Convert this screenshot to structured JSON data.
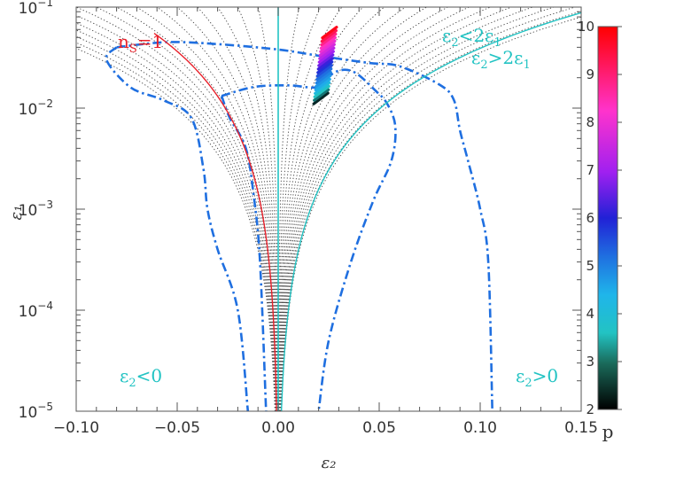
{
  "chart_data": {
    "type": "line",
    "title": "",
    "xlabel": "ε₂",
    "ylabel": "ε₁",
    "xlim": [
      -0.1,
      0.15
    ],
    "ylim": [
      1e-05,
      0.1
    ],
    "yscale": "log",
    "grid": false,
    "x_ticks": [
      -0.1,
      -0.05,
      0.0,
      0.05,
      0.1,
      0.15
    ],
    "x_tick_labels": [
      "−0.10",
      "−0.05",
      "0.00",
      "0.05",
      "0.10",
      "0.15"
    ],
    "y_ticks": [
      1e-05,
      0.0001,
      0.001,
      0.01,
      0.1
    ],
    "y_tick_labels": [
      {
        "base": "10",
        "exp": "−5"
      },
      {
        "base": "10",
        "exp": "−4"
      },
      {
        "base": "10",
        "exp": "−3"
      },
      {
        "base": "10",
        "exp": "−2"
      },
      {
        "base": "10",
        "exp": "−1"
      }
    ],
    "colors": {
      "ns_line": "#e8202a",
      "cyan": "#22c3c3",
      "contour": "#1f6fe0",
      "dotted": "#444444",
      "axes": "#555555"
    },
    "annotations": {
      "ns": {
        "main": "n",
        "sub": "S",
        "rest": "=1"
      },
      "eps_lt_2": {
        "a": "ε",
        "as": "2",
        "op": "<2ε",
        "bs": "1"
      },
      "eps_gt_2": {
        "a": "ε",
        "as": "2",
        "op": ">2ε",
        "bs": "1"
      },
      "eps_lt_0": {
        "a": "ε",
        "as": "2",
        "op": "<0"
      },
      "eps_gt_0": {
        "a": "ε",
        "as": "2",
        "op": ">0"
      }
    },
    "colorbar": {
      "label": "p",
      "range": [
        2,
        10
      ],
      "ticks": [
        2,
        3,
        4,
        5,
        6,
        7,
        8,
        9,
        10
      ],
      "tick_labels": [
        "2",
        "3",
        "4",
        "5",
        "6",
        "7",
        "8",
        "9",
        "10"
      ]
    },
    "contour_inner": [
      [
        -0.028,
        0.0132
      ],
      [
        -0.012,
        0.0162
      ],
      [
        0.005,
        0.0168
      ],
      [
        0.018,
        0.016
      ],
      [
        0.022,
        0.0185
      ],
      [
        0.03,
        0.0235
      ],
      [
        0.038,
        0.0225
      ],
      [
        0.048,
        0.015
      ],
      [
        0.054,
        0.011
      ],
      [
        0.058,
        0.0065
      ],
      [
        0.056,
        0.003
      ],
      [
        0.047,
        0.0012
      ],
      [
        0.036,
        0.0003
      ],
      [
        0.025,
        5e-05
      ],
      [
        0.02,
        1e-05
      ]
    ],
    "contour_inner_left": [
      [
        -0.028,
        0.0132
      ],
      [
        -0.024,
        0.008
      ],
      [
        -0.016,
        0.004
      ],
      [
        -0.012,
        0.0013
      ],
      [
        -0.009,
        0.0003
      ],
      [
        -0.006,
        1e-05
      ]
    ],
    "contour_outer": [
      [
        -0.08,
        0.04
      ],
      [
        -0.055,
        0.045
      ],
      [
        -0.03,
        0.043
      ],
      [
        0.0,
        0.038
      ],
      [
        0.02,
        0.033
      ],
      [
        0.045,
        0.028
      ],
      [
        0.06,
        0.026
      ],
      [
        0.08,
        0.017
      ],
      [
        0.087,
        0.012
      ],
      [
        0.09,
        0.006
      ],
      [
        0.094,
        0.003
      ],
      [
        0.1,
        0.001
      ],
      [
        0.104,
        0.0003
      ],
      [
        0.106,
        1e-05
      ]
    ],
    "contour_outer_left": [
      [
        -0.08,
        0.04
      ],
      [
        -0.085,
        0.03
      ],
      [
        -0.073,
        0.016
      ],
      [
        -0.057,
        0.012
      ],
      [
        -0.043,
        0.008
      ],
      [
        -0.037,
        0.0025
      ],
      [
        -0.035,
        0.001
      ],
      [
        -0.03,
        0.0004
      ],
      [
        -0.02,
        0.0001
      ],
      [
        -0.015,
        1e-05
      ]
    ],
    "ns_curve": {
      "a": 0.018,
      "y_max": 0.055
    },
    "cyan_curve": {
      "a": 0.0235,
      "y_max": 0.09
    },
    "dotted_curves": {
      "count": 16,
      "a_step": 0.01
    },
    "p_markers": {
      "p_values": [
        2.2,
        2.6,
        3.0,
        3.4,
        3.8,
        4.2,
        4.6,
        5.0,
        5.4,
        5.8,
        6.2,
        6.6,
        7.0,
        7.4,
        7.8,
        8.2,
        8.6,
        9.0,
        9.4,
        9.8
      ]
    }
  }
}
